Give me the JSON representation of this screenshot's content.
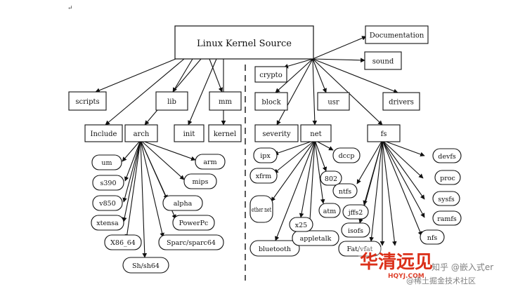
{
  "root": "Linux Kernel Source",
  "modules": {
    "documentation": "Documentation",
    "sound": "sound",
    "crypto": "crypto",
    "block": "block",
    "usr": "usr",
    "drivers": "drivers",
    "scripts": "scripts",
    "lib": "lib",
    "mm": "mm",
    "include": "Include",
    "arch": "arch",
    "init": "init",
    "kernel": "kernel",
    "severity": "severity",
    "net": "net",
    "fs": "fs"
  },
  "arch_children": [
    "um",
    "s390",
    "v850",
    "xtensa",
    "X86_64",
    "Sh/sh64",
    "Sparc/sparc64",
    "PowerPc",
    "alpha",
    "mips",
    "arm"
  ],
  "net_children": [
    "ipx",
    "xfrm",
    "ether net",
    "bluetooth",
    "appletalk",
    "x25",
    "atm",
    "802",
    "dccp"
  ],
  "fs_children": [
    "ntfs",
    "jffs2",
    "isofs",
    "Fat/vfat",
    "nfs",
    "devfs",
    "proc",
    "sysfs",
    "ramfs"
  ],
  "watermark": {
    "brand": "华清远见",
    "brand_latin": "HQYJ.COM",
    "credit": "知乎 @嵌入式er",
    "community": "@稀土掘金技术社区"
  },
  "colors": {
    "line": "#111111",
    "brand": "#d81e06"
  }
}
